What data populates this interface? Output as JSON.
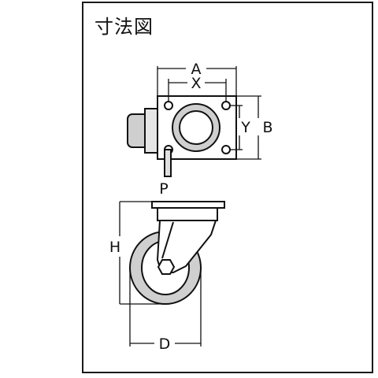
{
  "diagram": {
    "title": "寸法図",
    "labels": {
      "A": "A",
      "X": "X",
      "Y": "Y",
      "B": "B",
      "P": "P",
      "H": "H",
      "D": "D"
    }
  }
}
